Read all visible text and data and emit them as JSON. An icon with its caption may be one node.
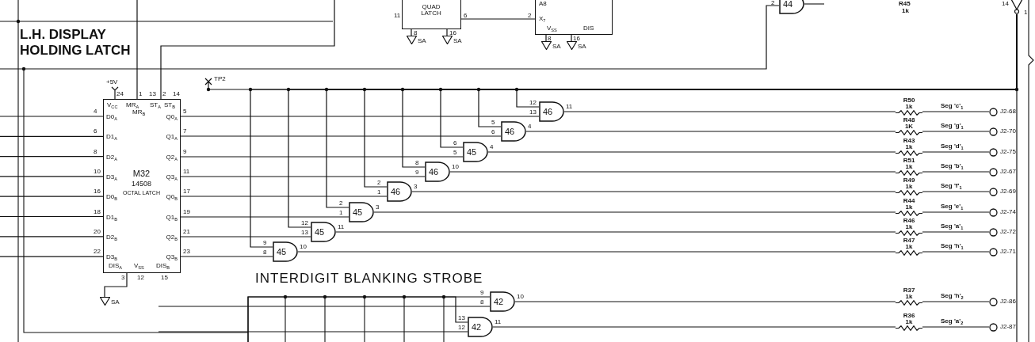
{
  "diagram": {
    "nodes": [
      {
        "text": [
          "M32",
          "14508",
          "OCTAL LATCH",
          "V$_{CC}$",
          "MR$_{A}$",
          "MR$_{B}$",
          "ST$_{A}$",
          "ST$_{B}$",
          "D0$_{A}$",
          "D1$_{A}$",
          "D2$_{A}$",
          "D3$_{A}$",
          "D0$_{B}$",
          "D1$_{B}$",
          "D2$_{B}$",
          "D3$_{B}$",
          "Q0$_{A}$",
          "Q1$_{A}$",
          "Q2$_{A}$",
          "Q3$_{A}$",
          "Q0$_{B}$",
          "Q1$_{B}$",
          "Q2$_{B}$",
          "Q3$_{B}$",
          "DIS$_{A}$",
          "V$_{SS}$",
          "DIS$_{B}$"
        ],
        "beside": [
          "4",
          "6",
          "8",
          "10",
          "16",
          "18",
          "20",
          "22",
          "5",
          "7",
          "9",
          "11",
          "17",
          "19",
          "21",
          "23",
          "24",
          "1",
          "13",
          "2",
          "14",
          "3",
          "12",
          "15"
        ]
      },
      {
        "text": [
          "QUAD LATCH"
        ],
        "beside": [
          "11",
          "6",
          "8",
          "16"
        ]
      },
      {
        "text": [
          "A8",
          "X$_{7}$",
          "V$_{SS}$",
          "DIS"
        ],
        "beside": [
          "2",
          "8",
          "16"
        ]
      },
      {
        "text": [],
        "shape": "triangle",
        "beside": [
          "14",
          "1"
        ]
      },
      {
        "text": [
          "44"
        ],
        "beside": [
          "2"
        ]
      },
      {
        "text": [
          "46"
        ],
        "beside": [
          "12",
          "13",
          "11"
        ]
      },
      {
        "text": [
          "46"
        ],
        "beside": [
          "5",
          "6",
          "4"
        ]
      },
      {
        "text": [
          "45"
        ],
        "beside": [
          "6",
          "5",
          "4"
        ]
      },
      {
        "text": [
          "46"
        ],
        "beside": [
          "8",
          "9",
          "10"
        ]
      },
      {
        "text": [
          "46"
        ],
        "beside": [
          "2",
          "1",
          "3"
        ]
      },
      {
        "text": [
          "45"
        ],
        "beside": [
          "2",
          "1",
          "3"
        ]
      },
      {
        "text": [
          "45"
        ],
        "beside": [
          "12",
          "13",
          "11"
        ]
      },
      {
        "text": [
          "45"
        ],
        "beside": [
          "9",
          "8",
          "10"
        ]
      },
      {
        "text": [
          "R50",
          "1k"
        ]
      },
      {
        "text": [
          "R48",
          "1K"
        ]
      },
      {
        "text": [
          "R43",
          "1k"
        ]
      },
      {
        "text": [
          "R51",
          "1k"
        ]
      },
      {
        "text": [
          "R49",
          "1k"
        ]
      },
      {
        "text": [
          "R44",
          "1k"
        ]
      },
      {
        "text": [
          "R46",
          "1k"
        ]
      },
      {
        "text": [
          "R47",
          "1k"
        ]
      },
      {
        "text": [
          "J2-68"
        ]
      },
      {
        "text": [
          "J2-70"
        ]
      },
      {
        "text": [
          "J2-75"
        ]
      },
      {
        "text": [
          "J2-67"
        ]
      },
      {
        "text": [
          "J2-69"
        ]
      },
      {
        "text": [
          "J2-74"
        ]
      },
      {
        "text": [
          "J2-72"
        ]
      },
      {
        "text": [
          "J2-71"
        ]
      },
      {
        "text": [
          "42"
        ],
        "beside": [
          "9",
          "8",
          "10"
        ]
      },
      {
        "text": [
          "42"
        ],
        "beside": [
          "13",
          "12",
          "11"
        ]
      },
      {
        "text": [
          "R37",
          "1k"
        ]
      },
      {
        "text": [
          "R36",
          "1k"
        ]
      },
      {
        "text": [
          "J2-86"
        ]
      },
      {
        "text": [
          "J2-87"
        ]
      },
      {
        "text": [
          "SA"
        ]
      },
      {
        "text": [
          "SA"
        ]
      },
      {
        "text": [
          "SA"
        ]
      },
      {
        "text": [
          "SA"
        ]
      },
      {
        "text": [
          "SA"
        ]
      }
    ],
    "edges": [
      {
        "from": null,
        "to": 0,
        "arrow": "none"
      },
      {
        "from": null,
        "to": 0,
        "arrow": "none"
      },
      {
        "from": null,
        "to": 0,
        "arrow": "none"
      },
      {
        "from": null,
        "to": 0,
        "arrow": "none"
      },
      {
        "from": null,
        "to": 0,
        "arrow": "none"
      },
      {
        "from": null,
        "to": 0,
        "arrow": "none"
      },
      {
        "from": null,
        "to": 0,
        "arrow": "none"
      },
      {
        "from": null,
        "to": 0,
        "arrow": "none"
      },
      {
        "from": null,
        "to": 0,
        "arrow": "none"
      },
      {
        "from": null,
        "to": 0,
        "arrow": "none"
      },
      {
        "from": 0,
        "to": 5,
        "arrow": "none"
      },
      {
        "from": 0,
        "to": 6,
        "arrow": "none"
      },
      {
        "from": 0,
        "to": 7,
        "arrow": "none"
      },
      {
        "from": 0,
        "to": 8,
        "arrow": "none"
      },
      {
        "from": 0,
        "to": 9,
        "arrow": "none"
      },
      {
        "from": 0,
        "to": 10,
        "arrow": "none"
      },
      {
        "from": 0,
        "to": 11,
        "arrow": "none"
      },
      {
        "from": 0,
        "to": 12,
        "arrow": "none"
      },
      {
        "from": 3,
        "to": 5,
        "arrow": "none"
      },
      {
        "from": 3,
        "to": 6,
        "arrow": "none"
      },
      {
        "from": 3,
        "to": 7,
        "arrow": "none"
      },
      {
        "from": 3,
        "to": 8,
        "arrow": "none"
      },
      {
        "from": 3,
        "to": 9,
        "arrow": "none"
      },
      {
        "from": 3,
        "to": 10,
        "arrow": "none"
      },
      {
        "from": 3,
        "to": 11,
        "arrow": "none"
      },
      {
        "from": 3,
        "to": 12,
        "arrow": "none"
      },
      {
        "from": 5,
        "to": 13,
        "arrow": "none"
      },
      {
        "from": 6,
        "to": 14,
        "arrow": "none"
      },
      {
        "from": 7,
        "to": 15,
        "arrow": "none"
      },
      {
        "from": 8,
        "to": 16,
        "arrow": "none"
      },
      {
        "from": 9,
        "to": 17,
        "arrow": "none"
      },
      {
        "from": 10,
        "to": 18,
        "arrow": "none"
      },
      {
        "from": 11,
        "to": 19,
        "arrow": "none"
      },
      {
        "from": 12,
        "to": 20,
        "arrow": "none"
      },
      {
        "from": 13,
        "to": 21,
        "arrow": "none",
        "label": "Seg 'c'$_{1}$"
      },
      {
        "from": 14,
        "to": 22,
        "arrow": "none",
        "label": "Seg 'g'$_{1}$"
      },
      {
        "from": 15,
        "to": 23,
        "arrow": "none",
        "label": "Seg 'd'$_{1}$"
      },
      {
        "from": 16,
        "to": 24,
        "arrow": "none",
        "label": "Seg 'b'$_{1}$"
      },
      {
        "from": 17,
        "to": 25,
        "arrow": "none",
        "label": "Seg 'f'$_{1}$"
      },
      {
        "from": 18,
        "to": 26,
        "arrow": "none",
        "label": "Seg 'e'$_{1}$"
      },
      {
        "from": 19,
        "to": 27,
        "arrow": "none",
        "label": "Seg 'a'$_{1}$"
      },
      {
        "from": 20,
        "to": 28,
        "arrow": "none",
        "label": "Seg 'h'$_{1}$"
      },
      {
        "from": null,
        "to": 29,
        "arrow": "none"
      },
      {
        "from": null,
        "to": 29,
        "arrow": "none"
      },
      {
        "from": null,
        "to": 30,
        "arrow": "none"
      },
      {
        "from": null,
        "to": 30,
        "arrow": "none"
      },
      {
        "from": 29,
        "to": 31,
        "arrow": "none"
      },
      {
        "from": 30,
        "to": 32,
        "arrow": "none"
      },
      {
        "from": 31,
        "to": 33,
        "arrow": "none",
        "label": "Seg 'h'$_{2}$"
      },
      {
        "from": 32,
        "to": 34,
        "arrow": "none",
        "label": "Seg 'a'$_{2}$"
      },
      {
        "from": 0,
        "to": 35,
        "arrow": "none"
      },
      {
        "from": 1,
        "to": 36,
        "arrow": "none"
      },
      {
        "from": 1,
        "to": 37,
        "arrow": "none"
      },
      {
        "from": 2,
        "to": 38,
        "arrow": "none"
      },
      {
        "from": 2,
        "to": 39,
        "arrow": "none"
      },
      {
        "from": 1,
        "to": 2,
        "arrow": "none"
      },
      {
        "from": null,
        "to": 4,
        "arrow": "none"
      }
    ],
    "labels": [
      "L.H. DISPLAY HOLDING LATCH",
      "+5V",
      "TP2",
      "INTERDIGIT BLANKING STROBE",
      "R45",
      "1k"
    ]
  }
}
